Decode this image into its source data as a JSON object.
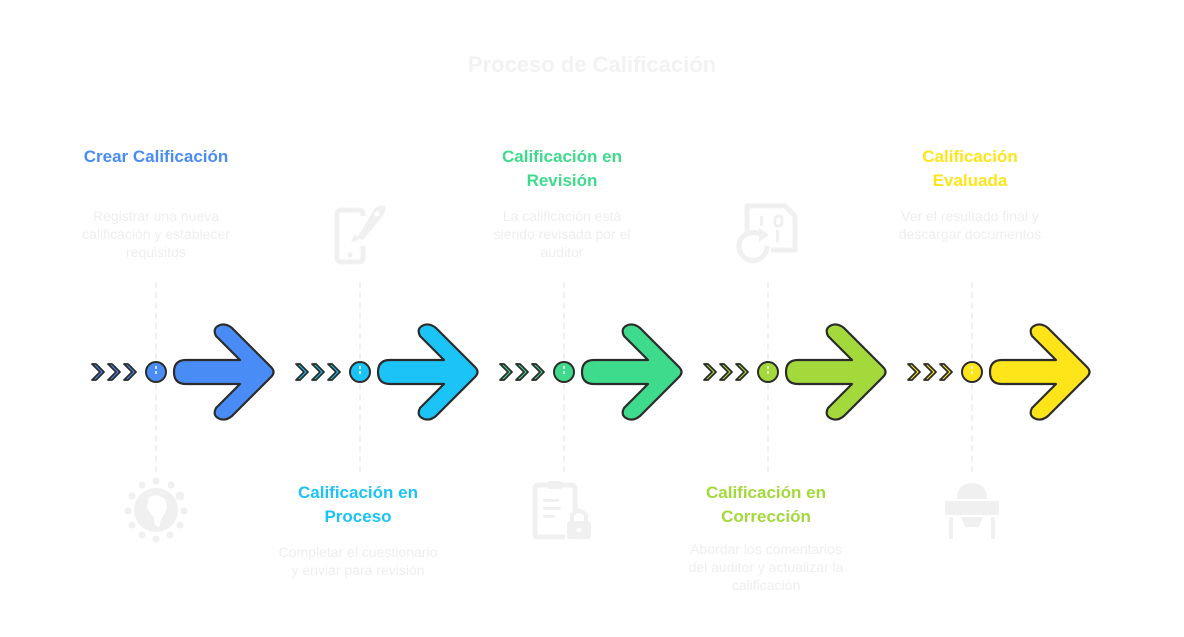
{
  "title": "Proceso de Calificación",
  "steps": [
    {
      "title": "Crear Calificación",
      "description": "Registrar una nueva calificación y establecer requisitos",
      "color": "#4a8cf5",
      "icon": "globe-africa-icon",
      "position": "top"
    },
    {
      "title": "Calificación en Proceso",
      "description": "Completar el cuestionario y enviar para revisión",
      "color": "#1cc3f7",
      "icon": "phone-rocket-icon",
      "position": "bottom"
    },
    {
      "title": "Calificación en Revisión",
      "description": "La calificación está siendo revisada por el auditor",
      "color": "#3fdb8c",
      "icon": "clipboard-lock-icon",
      "position": "top"
    },
    {
      "title": "Calificación en Corrección",
      "description": "Abordar los comentarios del auditor y actualizar la calificación",
      "color": "#a3d93b",
      "icon": "binary-file-refresh-icon",
      "position": "bottom"
    },
    {
      "title": "Calificación Evaluada",
      "description": "Ver el resultado final y descargar documentos",
      "color": "#fde51a",
      "icon": "high-chair-icon",
      "position": "top"
    }
  ],
  "colors": {
    "outline": "#2b2b2b",
    "faded": "#f0f0f0"
  }
}
